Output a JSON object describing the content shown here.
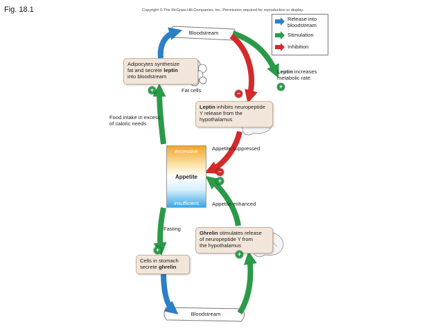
{
  "figure_label": "Fig. 18.1",
  "copyright": "Copyright © The McGraw-Hill Companies, Inc. Permission required for reproduction or display.",
  "legend": {
    "items": [
      {
        "label": "Release into bloodstream",
        "color": "#2b80c6"
      },
      {
        "label": "Stimulation",
        "color": "#2a9a48"
      },
      {
        "label": "Inhibition",
        "color": "#d42a2a"
      }
    ]
  },
  "labels": {
    "bloodstream_top": "Bloodstream",
    "bloodstream_bottom": "Bloodstream",
    "adipocytes_1": "Adipocytes synthesize",
    "adipocytes_2_pre": "fat and secrete ",
    "adipocytes_2_bold": "leptin",
    "adipocytes_3": "into bloodstream",
    "fat_cells": "Fat cells",
    "leptin_metabolic_bold": "Leptin",
    "leptin_metabolic_1": " increases",
    "leptin_metabolic_2": "metabolic rate.",
    "leptin_inhibits_bold": "Leptin",
    "leptin_inhibits_1": " inhibits neuropeptide",
    "leptin_inhibits_2": "Y release from the",
    "leptin_inhibits_3": "hypothalamus",
    "food_intake_1": "Food intake in excess",
    "food_intake_2": "of caloric needs",
    "appetite_suppressed": "Appetite suppressed",
    "appetite_enhanced": "Appetite enhanced",
    "fasting": "Fasting",
    "ghrelin_bold": "Ghrelin",
    "ghrelin_1": " stimulates release",
    "ghrelin_2": "of neuropeptide Y from",
    "ghrelin_3": "the hypothalamus",
    "stomach_1": "Cells in stomach",
    "stomach_2_pre": "secrete ",
    "stomach_2_bold": "ghrelin"
  },
  "appetite": {
    "excessive": "excessive",
    "title": "Appetite",
    "insufficient": "insufficient"
  },
  "signs": {
    "plus": "+",
    "minus": "−"
  }
}
